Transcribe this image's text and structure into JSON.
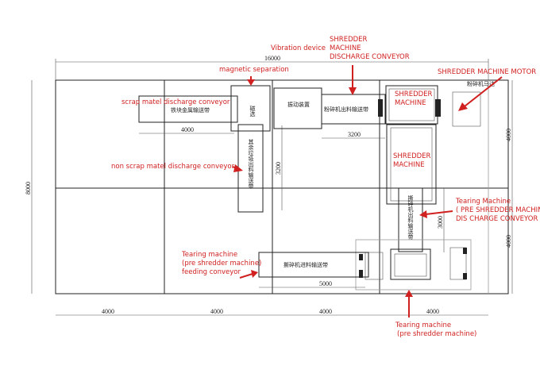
{
  "dimensions": {
    "total_width": "16000",
    "total_height": "8000",
    "bottom": [
      "4000",
      "4000",
      "4000",
      "4000"
    ],
    "right": [
      "4000",
      "4000"
    ],
    "scrap_conveyor_length": "4000",
    "shredder_discharge_length": "3200",
    "non_scrap_conveyor_length": "3200",
    "tearing_discharge_length": "3000",
    "feeding_conveyor_length": "5000"
  },
  "chinese_labels": {
    "scrap_conveyor": "铁块金属输送带",
    "magnetic": "磁选",
    "vibration": "振动装置",
    "shredder_discharge": "粉碎机出料输送带",
    "non_scrap_conveyor": "其余垃圾出料输送带",
    "motor": "粉碎机马达",
    "tearing_discharge": "撕碎机出料输送带",
    "feeding_conveyor": "撕碎机进料输送带"
  },
  "annotations": {
    "vibration_device": "Vibration device",
    "shredder_discharge": [
      "SHREDDER",
      "MACHINE",
      "DISCHARGE CONVEYOR"
    ],
    "magnetic_separation": "magnetic separation",
    "scrap_conveyor": "scrap matel discharge conveyor",
    "non_scrap_conveyor": "non scrap matel discharge conveyor",
    "shredder_motor": "SHREDDER MACHINE MOTOR",
    "shredder_top": [
      "SHREDDER",
      "MACHINE"
    ],
    "shredder_bottom": [
      "SHREDDER",
      "MACHINE"
    ],
    "tearing_discharge": [
      "Tearing Machine",
      "( PRE SHREDDER MACHINE",
      "DIS CHARGE CONVEYOR"
    ],
    "feeding_conveyor": [
      "Tearing machine",
      "(pre shredder machine)",
      "feeding conveyor"
    ],
    "tearing_machine": [
      "Tearing machine",
      "(pre shredder machine)"
    ]
  },
  "colors": {
    "annotation": "#d02020",
    "line": "#222222"
  }
}
